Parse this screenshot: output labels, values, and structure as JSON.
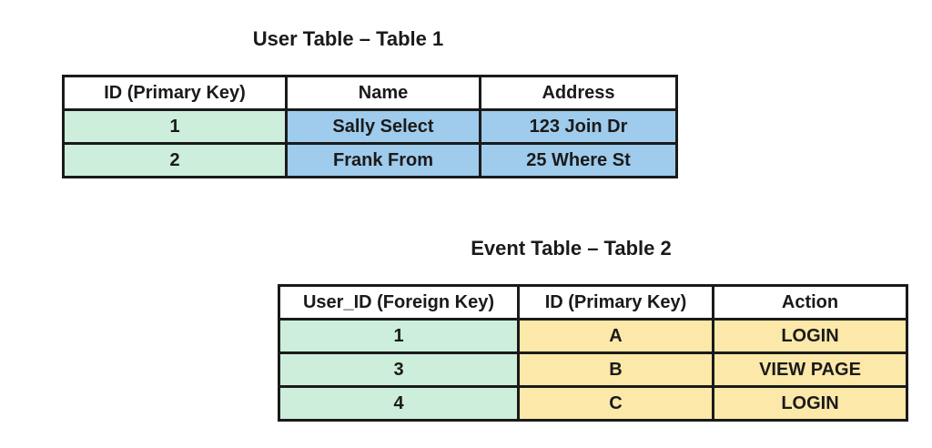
{
  "colors": {
    "green": "#cdeedb",
    "blue": "#9fcbec",
    "yellow": "#fce8a8",
    "border": "#1a1a1a",
    "header_bg": "#ffffff",
    "text": "#1a1a1a"
  },
  "user_table": {
    "title": "User Table – Table 1",
    "headers": [
      "ID (Primary Key)",
      "Name",
      "Address"
    ],
    "col_colors": [
      "green",
      "blue",
      "blue"
    ],
    "rows": [
      [
        "1",
        "Sally Select",
        "123 Join Dr"
      ],
      [
        "2",
        "Frank From",
        "25 Where St"
      ]
    ]
  },
  "event_table": {
    "title": "Event Table – Table 2",
    "headers": [
      "User_ID (Foreign Key)",
      "ID (Primary Key)",
      "Action"
    ],
    "col_colors": [
      "green",
      "yellow",
      "yellow"
    ],
    "rows": [
      [
        "1",
        "A",
        "LOGIN"
      ],
      [
        "3",
        "B",
        "VIEW PAGE"
      ],
      [
        "4",
        "C",
        "LOGIN"
      ]
    ]
  }
}
